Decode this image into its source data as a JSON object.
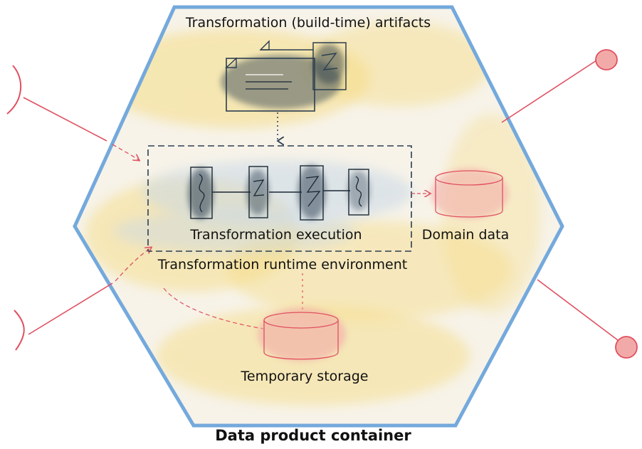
{
  "labels": {
    "artifacts": "Transformation (build-time) artifacts",
    "execution": "Transformation execution",
    "runtime": "Transformation runtime environment",
    "domain_data": "Domain data",
    "temp_storage": "Temporary storage",
    "container": "Data product container"
  },
  "colors": {
    "hexagon_border": "#74a9dc",
    "wash_yellow": "#f5dc86",
    "wash_blue": "#c9d8e6",
    "ink_dark": "#2c3e50",
    "port_red": "#e05060",
    "storage_red": "#f2aaa8"
  }
}
